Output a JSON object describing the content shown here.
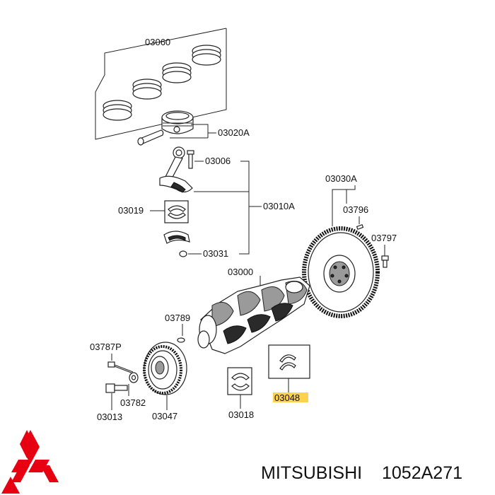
{
  "labels": {
    "piston_ring_set": "03060",
    "piston": "03020A",
    "conrod_bolt": "03006",
    "conrod_assembly": "03010A",
    "conrod_bearing": "03019",
    "conrod_nut": "03031",
    "flywheel": "03030A",
    "flywheel_dowel": "03796",
    "flywheel_bolt": "03797",
    "crankshaft": "03000",
    "pulley_key": "03789",
    "pulley_bolt_p": "03787P",
    "washer": "03782",
    "damper_pulley": "03047",
    "crank_bolt": "03013",
    "main_bearing": "03018",
    "thrust_bearing": "03048"
  },
  "highlighted_part": "03048",
  "highlight_color": "#ffd24d",
  "footer": {
    "brand": "MITSUBISHI",
    "part_number": "1052A271",
    "logo_name": "mitsubishi-three-diamonds-logo",
    "logo_color": "#e60012"
  }
}
